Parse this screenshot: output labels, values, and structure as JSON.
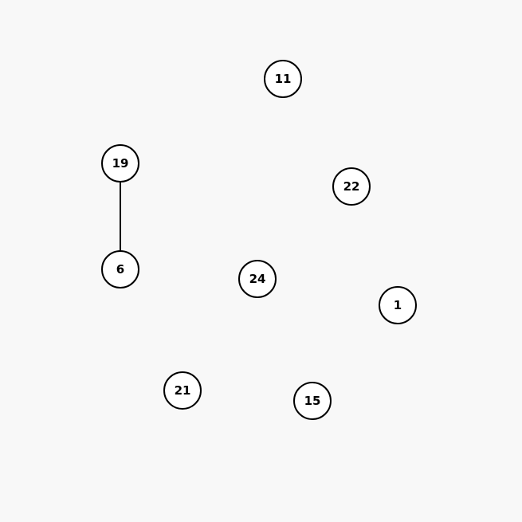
{
  "graph": {
    "nodes": [
      {
        "id": "11",
        "label": "11"
      },
      {
        "id": "19",
        "label": "19"
      },
      {
        "id": "22",
        "label": "22"
      },
      {
        "id": "6",
        "label": "6"
      },
      {
        "id": "24",
        "label": "24"
      },
      {
        "id": "1",
        "label": "1"
      },
      {
        "id": "21",
        "label": "21"
      },
      {
        "id": "15",
        "label": "15"
      }
    ],
    "edges": [
      {
        "from": "19",
        "to": "6"
      }
    ]
  },
  "colors": {
    "background": "#f8f8f8",
    "node_fill": "#ffffff",
    "node_stroke": "#000000",
    "edge": "#000000",
    "text": "#000000"
  }
}
